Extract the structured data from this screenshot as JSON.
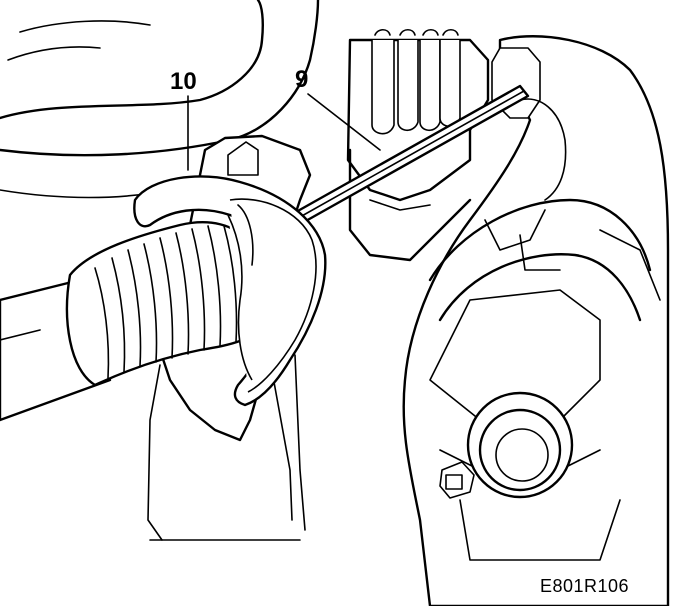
{
  "callouts": {
    "ten": "10",
    "nine": "9"
  },
  "figure_code": "E801R106"
}
